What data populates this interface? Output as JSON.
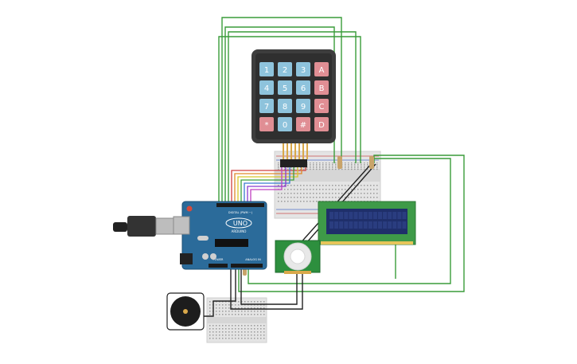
{
  "keypad": {
    "keys": [
      {
        "label": "1",
        "kind": "num"
      },
      {
        "label": "2",
        "kind": "num"
      },
      {
        "label": "3",
        "kind": "num"
      },
      {
        "label": "A",
        "kind": "letter"
      },
      {
        "label": "4",
        "kind": "num"
      },
      {
        "label": "5",
        "kind": "num"
      },
      {
        "label": "6",
        "kind": "num"
      },
      {
        "label": "B",
        "kind": "letter"
      },
      {
        "label": "7",
        "kind": "num"
      },
      {
        "label": "8",
        "kind": "num"
      },
      {
        "label": "9",
        "kind": "num"
      },
      {
        "label": "C",
        "kind": "letter"
      },
      {
        "label": "*",
        "kind": "letter"
      },
      {
        "label": "0",
        "kind": "num"
      },
      {
        "label": "#",
        "kind": "letter"
      },
      {
        "label": "D",
        "kind": "letter"
      }
    ]
  },
  "arduino": {
    "model": "UNO",
    "brand": "ARDUINO",
    "digital_label": "DIGITAL (PWM ~)",
    "analog_label": "ANALOG IN",
    "power_label": "POWER"
  },
  "colors": {
    "wire_green": "#3a9c3a",
    "wire_black": "#222222",
    "key_num": "#8ec3dc",
    "key_letter": "#e08e94",
    "keypad_body": "#3d3d3d",
    "arduino_blue": "#2b6b9a",
    "lcd_green": "#3e9a48",
    "lcd_screen": "#1f2f6a",
    "pir_green": "#2d8f3e",
    "breadboard": "#e4e4e4"
  }
}
